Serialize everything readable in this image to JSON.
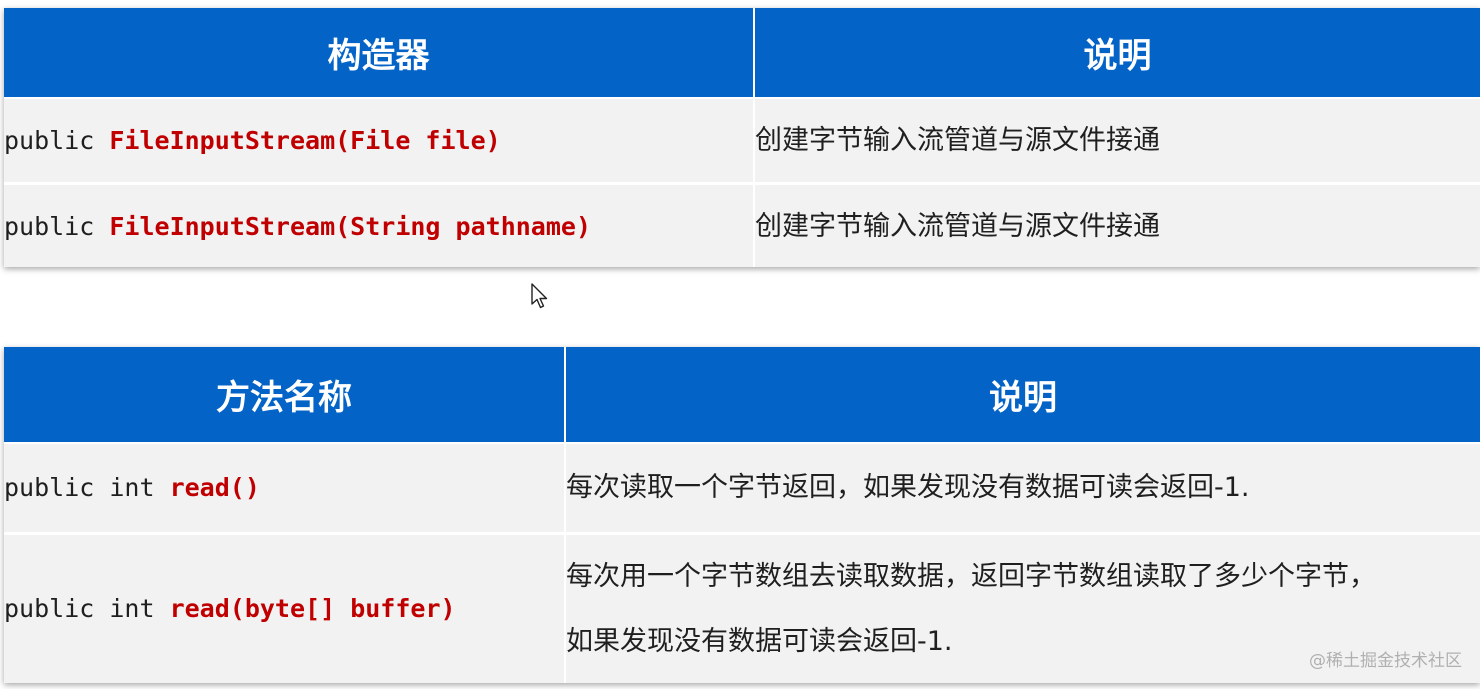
{
  "constructors_table": {
    "headers": [
      "构造器",
      "说明"
    ],
    "rows": [
      {
        "modifier": "public ",
        "signature": "FileInputStream(File file)",
        "description": "创建字节输入流管道与源文件接通"
      },
      {
        "modifier": "public ",
        "signature": "FileInputStream(String pathname)",
        "description": "创建字节输入流管道与源文件接通"
      }
    ]
  },
  "methods_table": {
    "headers": [
      "方法名称",
      "说明"
    ],
    "rows": [
      {
        "modifier": "public int ",
        "signature": "read()",
        "description": [
          "每次读取一个字节返回，如果发现没有数据可读会返回-1."
        ]
      },
      {
        "modifier": "public int ",
        "signature": "read(byte[] buffer)",
        "description": [
          "每次用一个字节数组去读取数据，返回字节数组读取了多少个字节，",
          "如果发现没有数据可读会返回-1."
        ]
      }
    ]
  },
  "watermark": "@稀土掘金技术社区",
  "colors": {
    "header_bg": "#0463c6",
    "header_text": "#ffffff",
    "cell_bg": "#f2f2f2",
    "method_name": "#c00000",
    "body_text": "#1f1f1f"
  },
  "icons": {
    "cursor": "mouse-pointer-icon"
  }
}
